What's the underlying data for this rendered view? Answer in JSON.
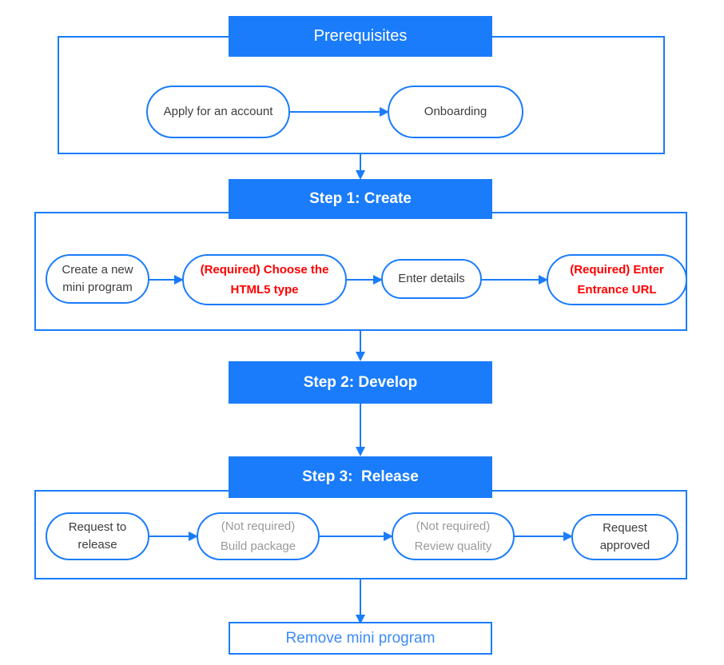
{
  "diagram": {
    "title": "Mini program lifecycle flowchart",
    "colors": {
      "accent_blue": "#1a7cfa",
      "required_red": "#ff0000",
      "muted_gray": "#9a9a9a",
      "node_text": "#3c3c3c",
      "link_blue": "#3e8bf5",
      "background": "#ffffff"
    },
    "sections": [
      {
        "id": "prerequisites",
        "header": "Prerequisites",
        "header_bold": false,
        "nodes": [
          {
            "id": "apply-for-an-account",
            "style": "default",
            "lines": [
              "Apply for an account"
            ]
          },
          {
            "id": "onboarding",
            "style": "default",
            "lines": [
              "Onboarding"
            ]
          }
        ]
      },
      {
        "id": "step-1-create",
        "header": "Step 1: Create",
        "header_bold": true,
        "nodes": [
          {
            "id": "create-a-new-mini-program",
            "style": "default",
            "lines": [
              "Create a new",
              "mini program"
            ]
          },
          {
            "id": "choose-the-html5-type",
            "style": "required",
            "lines": [
              "(Required) Choose the",
              "HTML5 type"
            ]
          },
          {
            "id": "enter-details",
            "style": "default",
            "lines": [
              "Enter details"
            ]
          },
          {
            "id": "enter-entrance-url",
            "style": "required",
            "lines": [
              "(Required) Enter",
              "Entrance URL"
            ]
          }
        ]
      },
      {
        "id": "step-2-develop",
        "header": "Step 2: Develop",
        "header_bold": true,
        "nodes": []
      },
      {
        "id": "step-3-release",
        "header": "Step 3:  Release",
        "header_bold": true,
        "nodes": [
          {
            "id": "request-to-release",
            "style": "default",
            "lines": [
              "Request to",
              "release"
            ]
          },
          {
            "id": "build-package",
            "style": "muted",
            "lines": [
              "(Not required)",
              "Build package"
            ]
          },
          {
            "id": "review-quality",
            "style": "muted",
            "lines": [
              "(Not required)",
              "Review quality"
            ]
          },
          {
            "id": "request-approved",
            "style": "default",
            "lines": [
              "Request",
              "approved"
            ]
          }
        ]
      }
    ],
    "footer_node": {
      "id": "remove-mini-program",
      "label": "Remove mini program"
    }
  }
}
